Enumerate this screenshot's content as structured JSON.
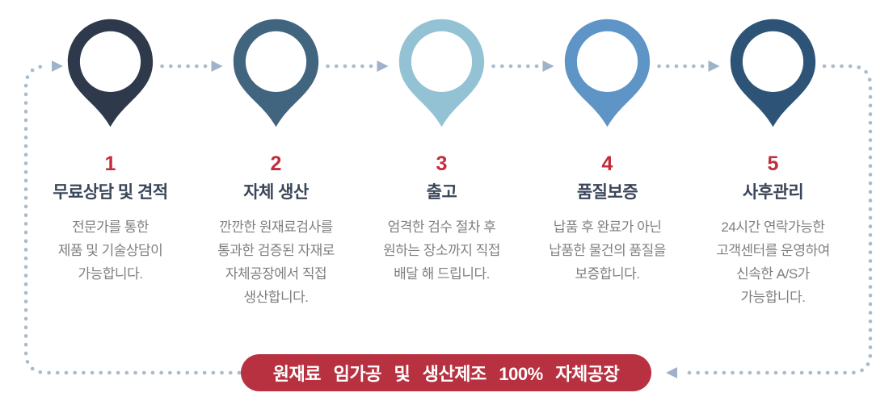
{
  "steps": [
    {
      "number": "1",
      "title": "무료상담 및 견적",
      "description": "전문가를 통한\n제품 및 기술상담이\n가능합니다.",
      "icon": "send-icon",
      "color": "#2e3a4b"
    },
    {
      "number": "2",
      "title": "자체 생산",
      "description": "깐깐한 원재료검사를\n통과한 검증된 자재로\n자체공장에서 직접\n생산합니다.",
      "icon": "gears-icon",
      "color": "#41647f"
    },
    {
      "number": "3",
      "title": "출고",
      "description": "엄격한 검수 절차 후\n원하는 장소까지 직접\n배달 해 드립니다.",
      "icon": "truck-icon",
      "color": "#94c2d5"
    },
    {
      "number": "4",
      "title": "품질보증",
      "description": "납품 후 완료가 아닌\n납품한 물건의 품질을\n보증합니다.",
      "icon": "tools-icon",
      "color": "#5e95c6"
    },
    {
      "number": "5",
      "title": "사후관리",
      "description": "24시간 연락가능한\n고객센터를 운영하여\n신속한 A/S가\n가능합니다.",
      "icon": "first-aid-icon",
      "color": "#2d5477"
    }
  ],
  "banner": {
    "label": "원재료 임가공 및 생산제조 100% 자체공장",
    "background": "#b73140"
  },
  "colors": {
    "number": "#c22d3c",
    "title": "#3a4659",
    "description": "#7f7f7f",
    "connector": "#a8bccd",
    "arrow": "#9eb3c7"
  }
}
